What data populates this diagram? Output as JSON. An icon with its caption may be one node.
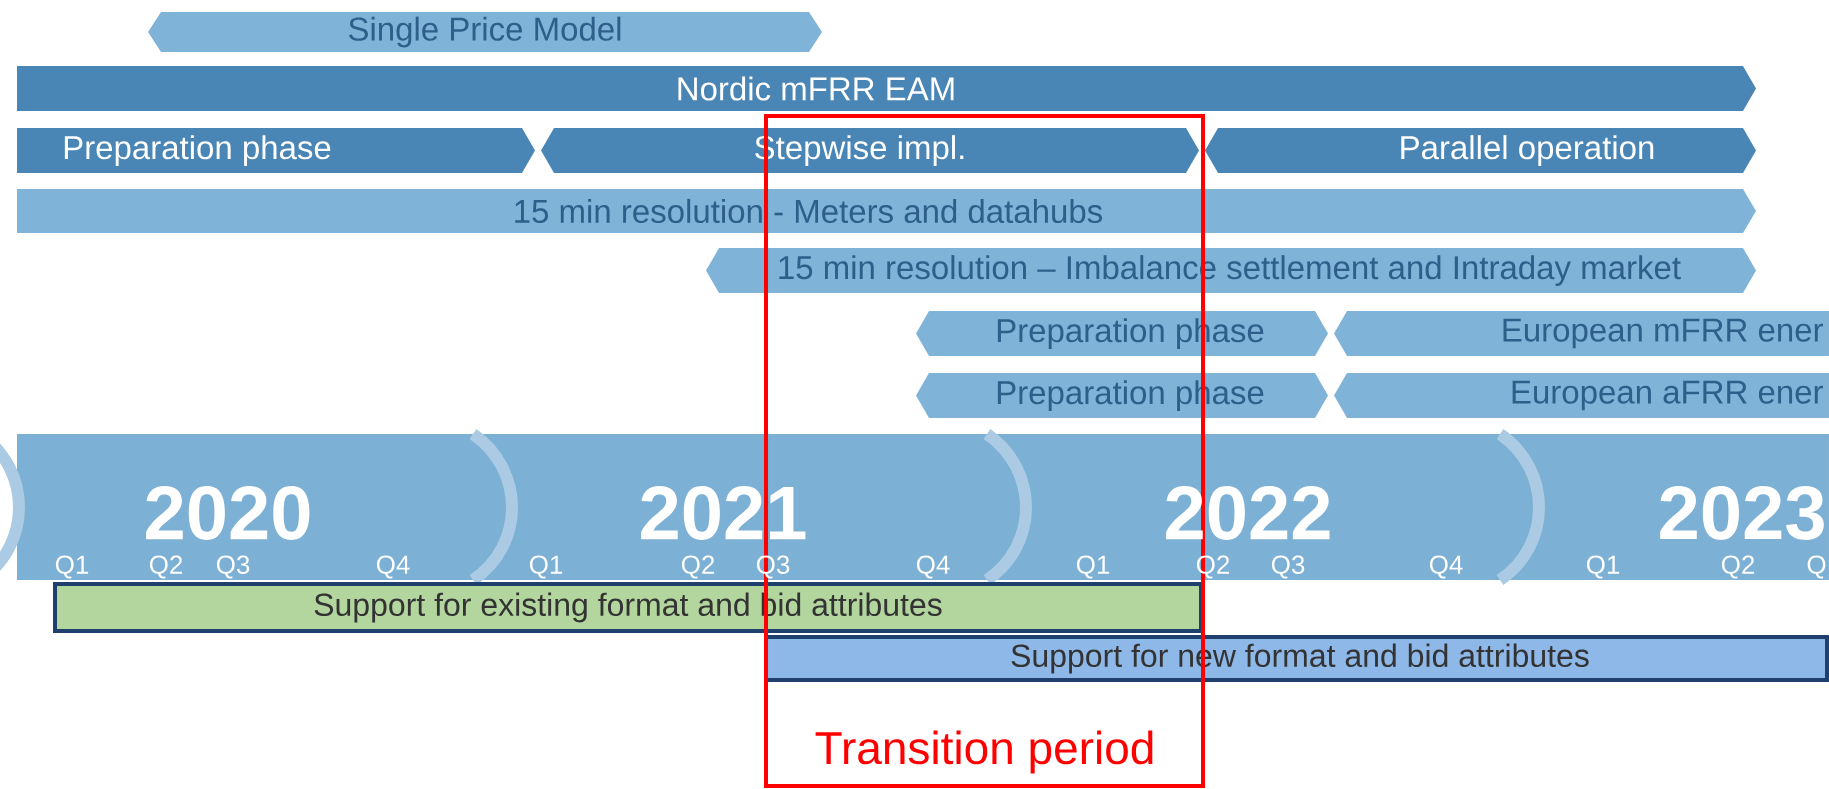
{
  "diagram": {
    "nodes": [
      {
        "text": [
          "Single Price Model"
        ]
      },
      {
        "text": [
          "Nordic mFRR EAM"
        ]
      },
      {
        "text": [
          "Preparation phase"
        ]
      },
      {
        "text": [
          "Stepwise impl."
        ]
      },
      {
        "text": [
          "Parallel operation"
        ]
      },
      {
        "text": [
          "15 min resolution - Meters and datahubs"
        ]
      },
      {
        "text": [
          "15 min resolution – Imbalance settlement and Intraday market"
        ]
      },
      {
        "text": [
          "Preparation phase"
        ]
      },
      {
        "text": [
          "European mFRR ener"
        ]
      },
      {
        "text": [
          "Preparation phase"
        ]
      },
      {
        "text": [
          "European aFRR ener"
        ]
      },
      {
        "text": [
          "Support for existing format and bid attributes"
        ]
      },
      {
        "text": [
          "Support for new format and bid attributes"
        ]
      },
      {
        "text": [
          "Transition period"
        ]
      }
    ],
    "labels": [
      "2020",
      "2021",
      "2022",
      "2023",
      "Q1",
      "Q2",
      "Q3",
      "Q4",
      "Q1",
      "Q2",
      "Q3",
      "Q4",
      "Q1",
      "Q2",
      "Q3",
      "Q4",
      "Q1",
      "Q2",
      "Q"
    ]
  }
}
